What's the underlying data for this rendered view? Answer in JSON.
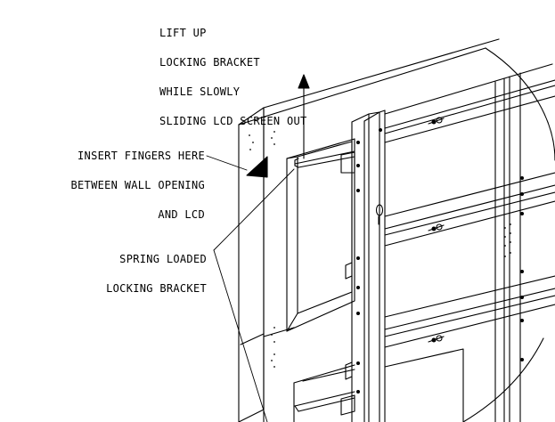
{
  "diagram": {
    "callouts": {
      "lift_up": {
        "lines": [
          "LIFT UP",
          "LOCKING BRACKET",
          "WHILE SLOWLY",
          "SLIDING LCD SCREEN OUT"
        ]
      },
      "insert_fingers": {
        "lines": [
          "INSERT FINGERS HERE",
          "BETWEEN WALL OPENING",
          "AND LCD"
        ]
      },
      "spring_loaded": {
        "lines": [
          "SPRING LOADED",
          "LOCKING BRACKET"
        ]
      }
    },
    "colors": {
      "line": "#000000",
      "background": "#ffffff"
    }
  }
}
